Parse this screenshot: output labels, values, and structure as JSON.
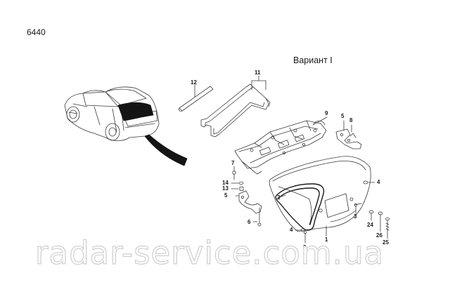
{
  "diagram_code": "6440",
  "variant_label": "Вариант I",
  "watermark": "radar-service.com.ua",
  "colors": {
    "line": "#3a3a3a",
    "seal": "#1a1a1a",
    "watermark_stroke": "#cfcfcf"
  },
  "callouts": [
    {
      "id": "c1",
      "label": "1"
    },
    {
      "id": "c2",
      "label": "2"
    },
    {
      "id": "c3a",
      "label": "3"
    },
    {
      "id": "c3b",
      "label": "3"
    },
    {
      "id": "c4a",
      "label": "4"
    },
    {
      "id": "c4b",
      "label": "4"
    },
    {
      "id": "c5a",
      "label": "5"
    },
    {
      "id": "c5b",
      "label": "5"
    },
    {
      "id": "c6",
      "label": "6"
    },
    {
      "id": "c7",
      "label": "7"
    },
    {
      "id": "c8",
      "label": "8"
    },
    {
      "id": "c9",
      "label": "9"
    },
    {
      "id": "c11",
      "label": "11"
    },
    {
      "id": "c12",
      "label": "12"
    },
    {
      "id": "c13",
      "label": "13"
    },
    {
      "id": "c14",
      "label": "14"
    },
    {
      "id": "c24",
      "label": "24"
    },
    {
      "id": "c25",
      "label": "25"
    },
    {
      "id": "c26",
      "label": "26"
    }
  ]
}
